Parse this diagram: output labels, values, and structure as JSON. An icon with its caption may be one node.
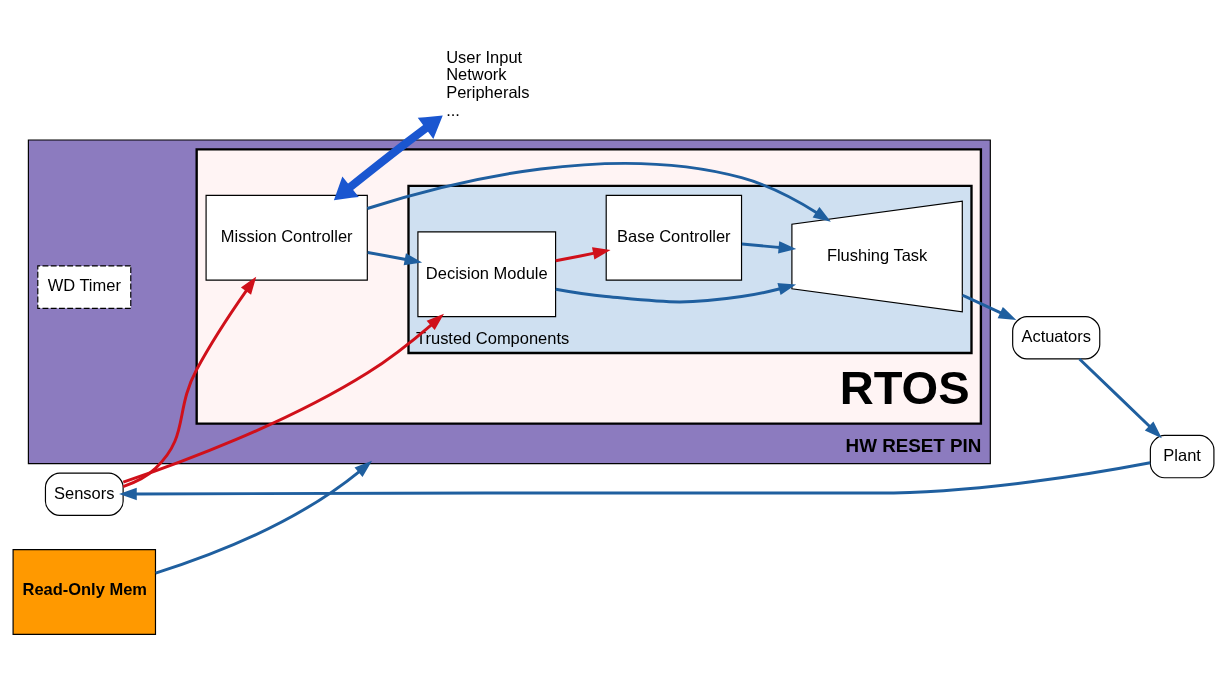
{
  "diagram": {
    "nodes": [
      {
        "text": [
          "Sensors"
        ]
      },
      {
        "text": [
          "Plant"
        ]
      },
      {
        "text": [
          "Actuators"
        ]
      },
      {
        "text": [
          "HW RESET PIN"
        ]
      },
      {
        "text": [
          "RTOS"
        ],
        "in": 3
      },
      {
        "text": [
          "Trusted Components"
        ],
        "in": 4
      },
      {
        "text": [
          "Decision Module"
        ],
        "in": 5
      },
      {
        "text": [
          "Flushing Task"
        ],
        "in": 5
      },
      {
        "text": [
          "Base Controller"
        ],
        "in": 5
      },
      {
        "text": [
          "Mission Controller"
        ],
        "in": 4
      },
      {
        "text": [
          "WD Timer"
        ],
        "in": 3
      },
      {
        "text": [
          "Read-Only Mem"
        ]
      },
      {
        "text": [
          "User Input",
          "Network",
          "Peripherals",
          "..."
        ]
      }
    ],
    "edges": [
      {
        "from": 0,
        "to": 6,
        "arrow": "to",
        "color": "#d0101a"
      },
      {
        "from": 0,
        "to": 9,
        "arrow": "to",
        "color": "#d0101a"
      },
      {
        "from": 2,
        "to": 1,
        "arrow": "to"
      },
      {
        "from": 1,
        "to": 0,
        "arrow": "to"
      },
      {
        "from": 6,
        "to": 7,
        "arrow": "to"
      },
      {
        "from": 9,
        "to": 6,
        "arrow": "to"
      },
      {
        "from": 9,
        "to": 7,
        "arrow": "to"
      },
      {
        "from": 6,
        "to": 8,
        "arrow": "to",
        "color": "#d0101a"
      },
      {
        "from": 8,
        "to": 7,
        "arrow": "to"
      },
      {
        "from": 7,
        "to": 2,
        "arrow": "to"
      },
      {
        "from": 9,
        "to": 12,
        "arrow": "both",
        "style": "thick",
        "color": "#1a56d0"
      },
      {
        "from": 11,
        "to": 3,
        "arrow": "to"
      }
    ]
  }
}
